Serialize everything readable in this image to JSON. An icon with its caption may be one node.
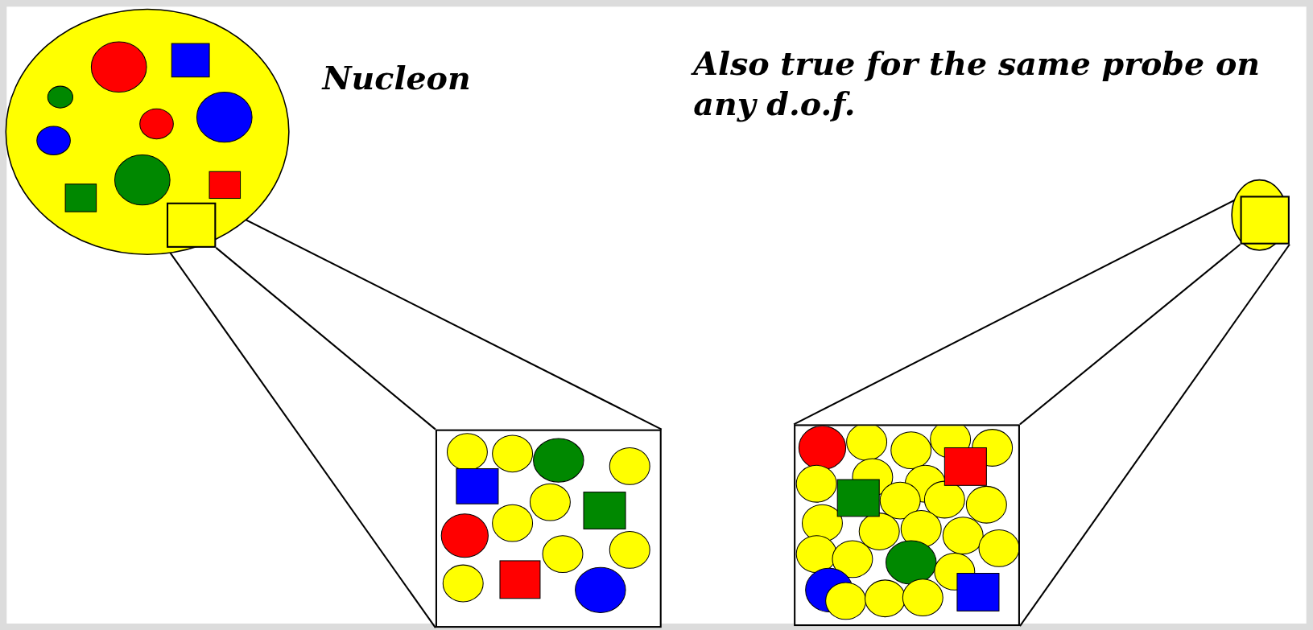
{
  "diagram": {
    "nodes": [
      {
        "text": [],
        "shape": "circle"
      },
      {
        "text": [],
        "shape": "box",
        "in": 0
      },
      {
        "text": [],
        "shape": "box"
      },
      {
        "text": [],
        "shape": "circle"
      },
      {
        "text": [],
        "shape": "box",
        "in": 3
      },
      {
        "text": [],
        "shape": "box"
      }
    ],
    "edges": [
      {
        "from": 1,
        "to": 2,
        "arrow": "none"
      },
      {
        "from": 1,
        "to": 2,
        "arrow": "none"
      },
      {
        "from": 1,
        "to": 2,
        "arrow": "none"
      },
      {
        "from": 4,
        "to": 5,
        "arrow": "none"
      },
      {
        "from": 4,
        "to": 5,
        "arrow": "none"
      },
      {
        "from": 4,
        "to": 5,
        "arrow": "none"
      }
    ],
    "labels": [
      "Nucleon",
      "Also true for the same probe on any d.o.f."
    ]
  }
}
